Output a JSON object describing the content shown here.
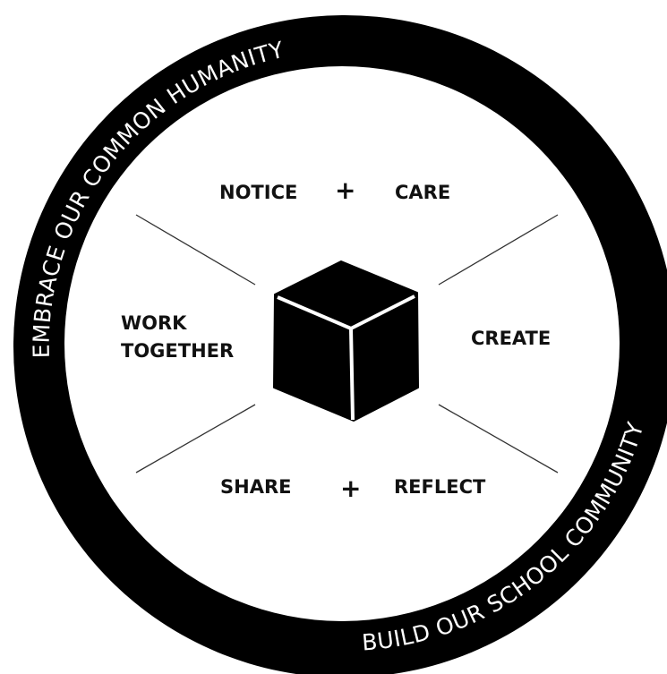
{
  "ring": {
    "top_text": "EMBRACE OUR COMMON HUMANITY",
    "bottom_text": "BUILD OUR SCHOOL COMMUNITY"
  },
  "quadrants": {
    "top_left": "NOTICE",
    "top_plus": "+",
    "top_right": "CARE",
    "left_line1": "WORK",
    "left_line2": "TOGETHER",
    "right": "CREATE",
    "bottom_left": "SHARE",
    "bottom_plus": "+",
    "bottom_right": "REFLECT"
  },
  "colors": {
    "ring": "#000000",
    "background": "#ffffff",
    "ring_text": "#ffffff",
    "cube": "#000000"
  },
  "center_icon": "cube-icon"
}
